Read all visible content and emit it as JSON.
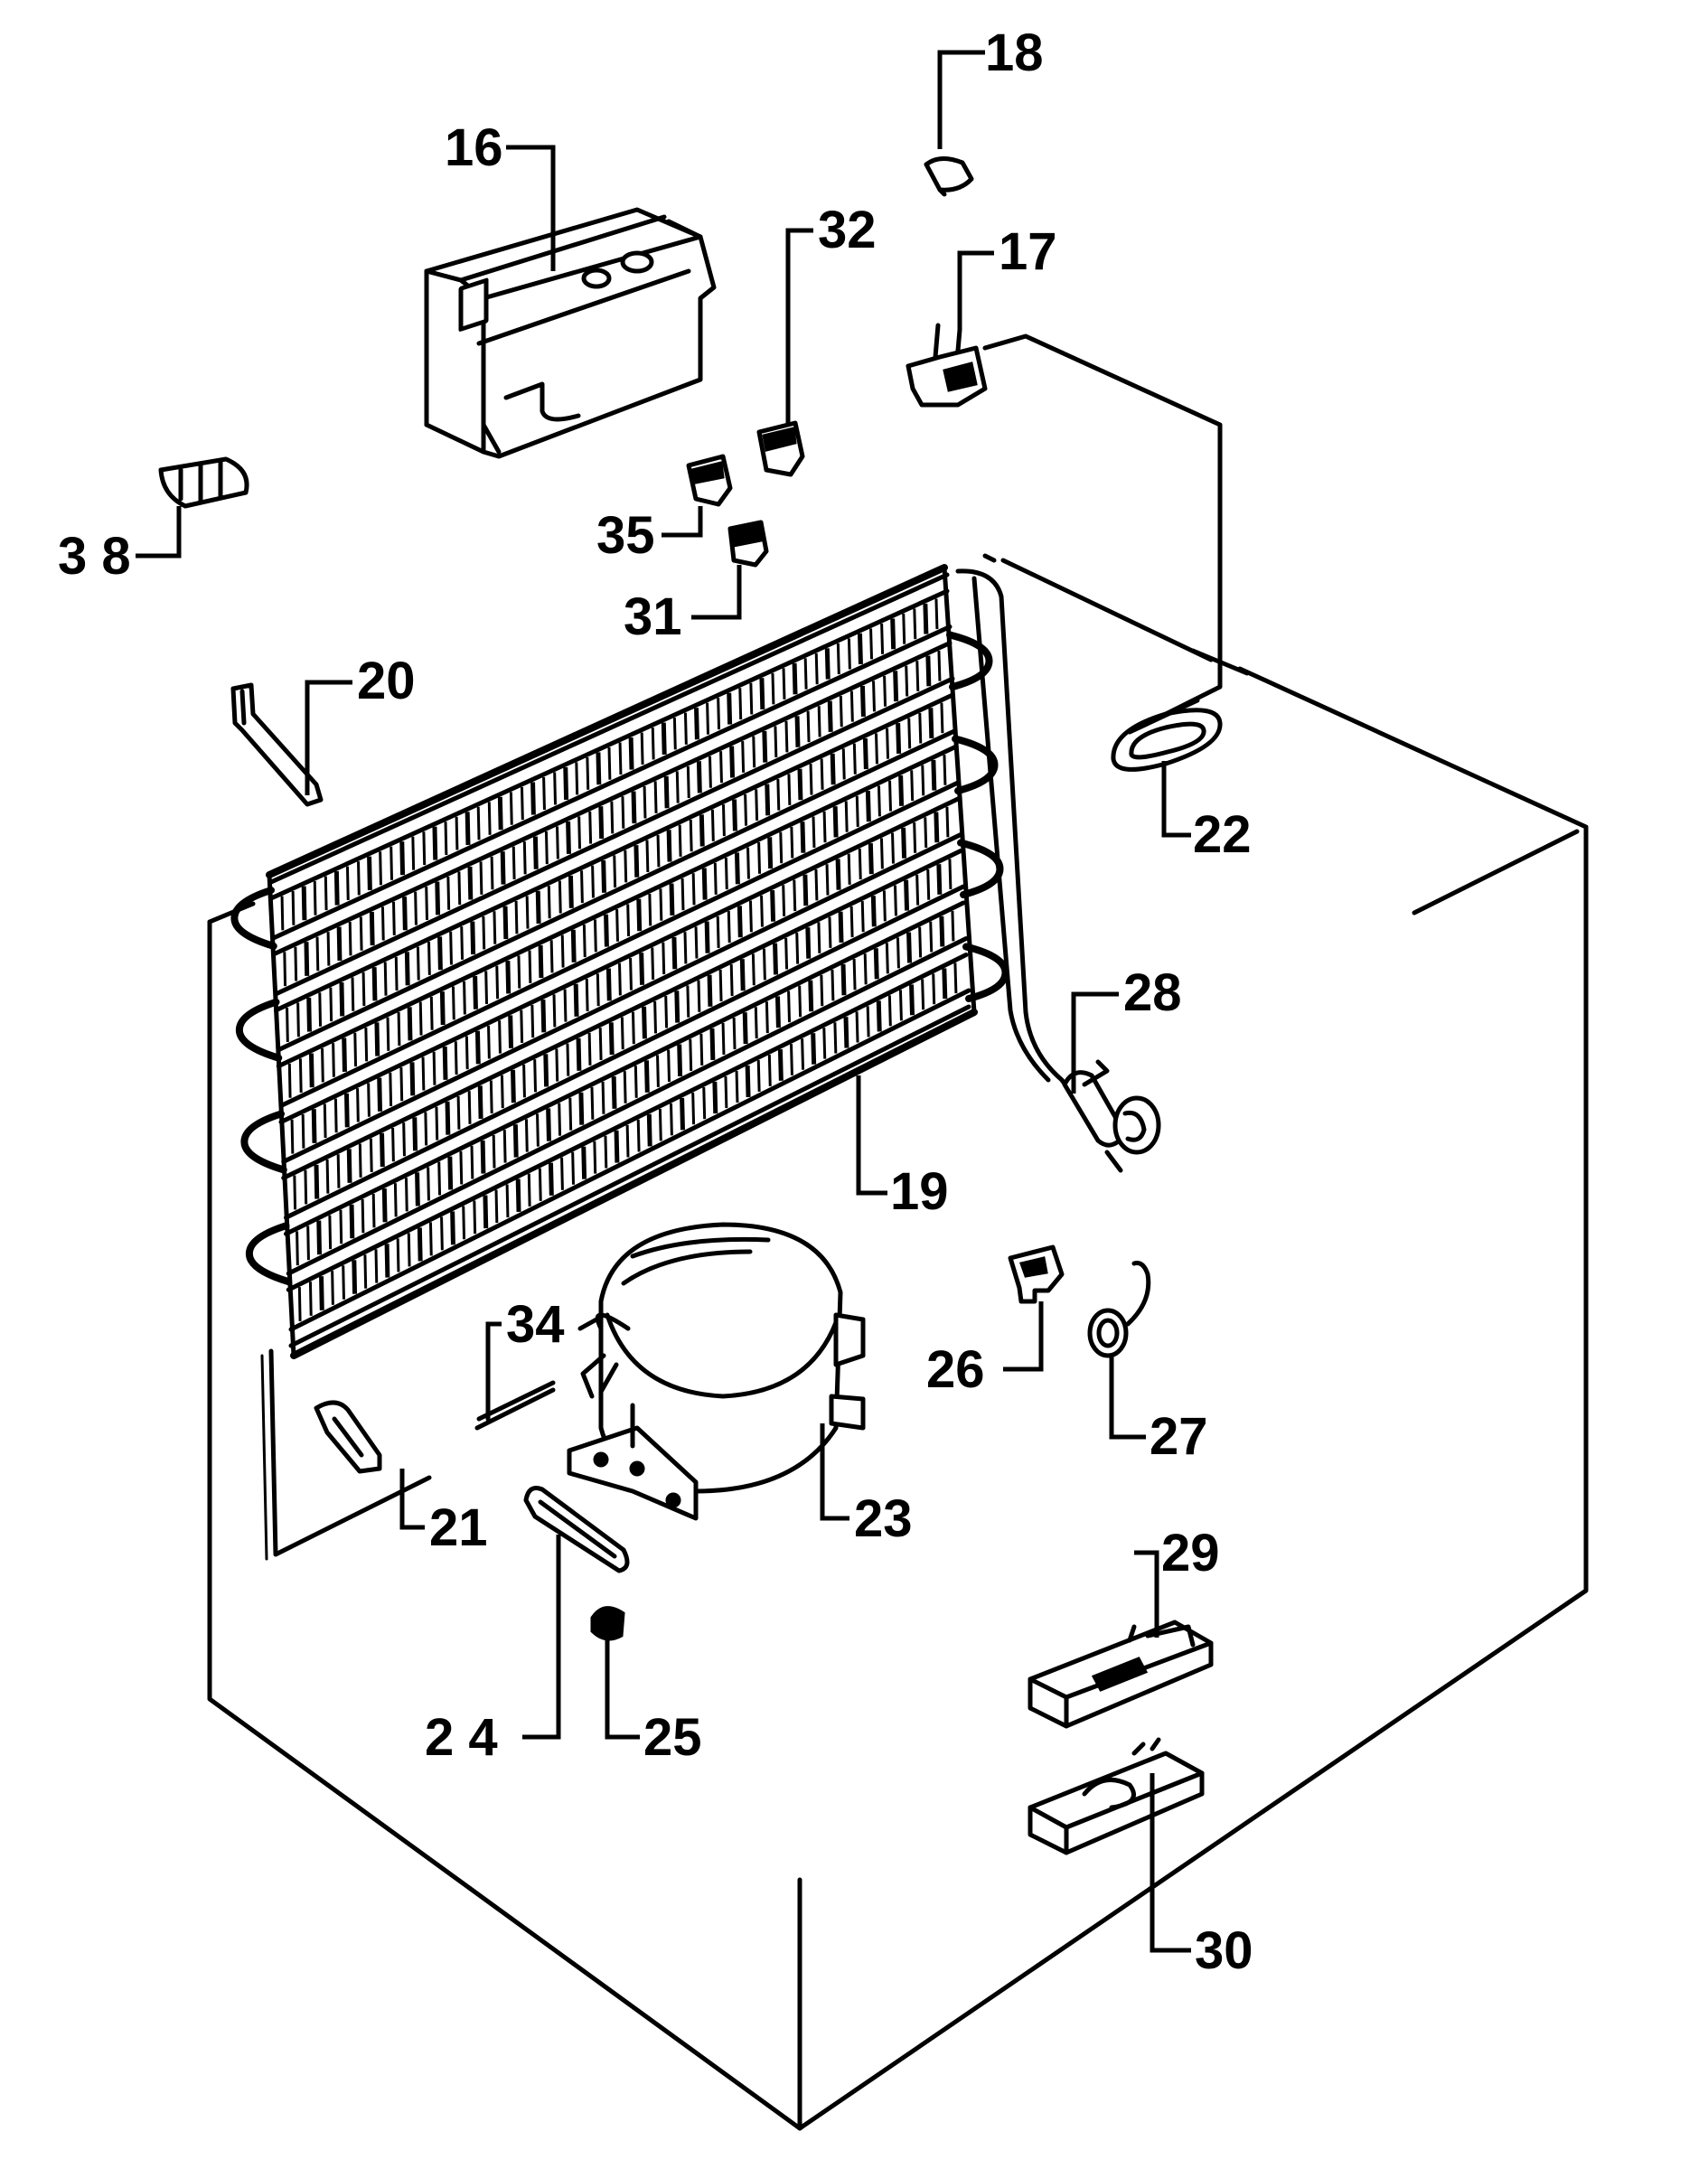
{
  "callouts": {
    "c16": "16",
    "c17": "17",
    "c18": "18",
    "c19": "19",
    "c20": "20",
    "c21": "21",
    "c22": "22",
    "c23": "23",
    "c24": "2 4",
    "c25": "25",
    "c26": "26",
    "c27": "27",
    "c28": "28",
    "c29": "29",
    "c30": "30",
    "c31": "31",
    "c32": "32",
    "c34": "34",
    "c35": "35",
    "c38": "3 8"
  },
  "colors": {
    "ink": "#000000",
    "paper": "#ffffff"
  }
}
